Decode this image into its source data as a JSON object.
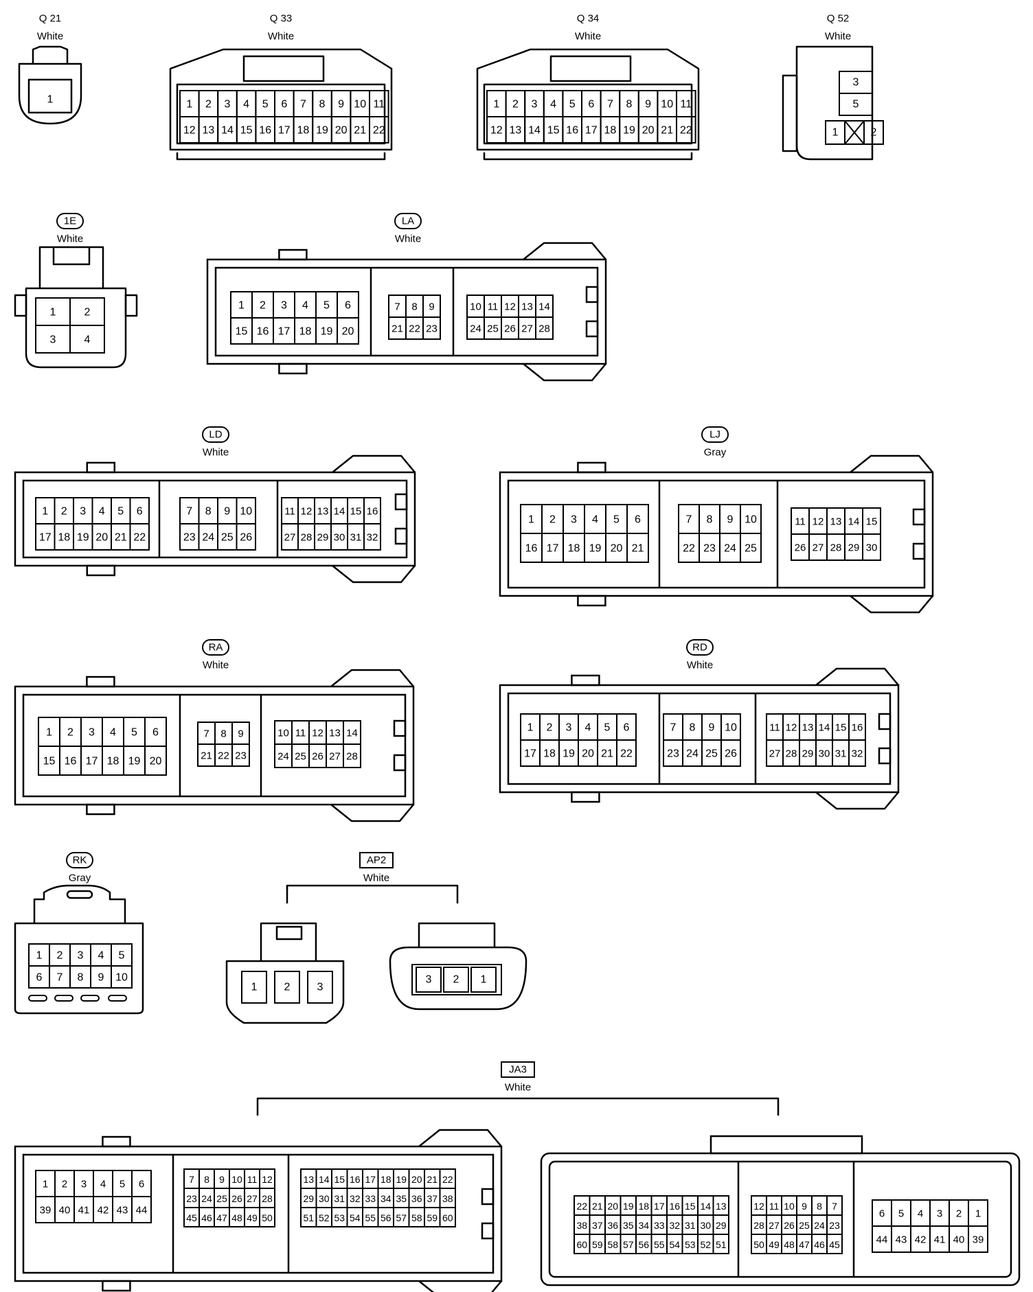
{
  "connectors": [
    {
      "id": "q21",
      "code": "Q 21",
      "color": "White",
      "boxed": false,
      "pins": [
        "1"
      ]
    },
    {
      "id": "q33",
      "code": "Q 33",
      "color": "White",
      "boxed": false,
      "rows": [
        [
          "1",
          "2",
          "3",
          "4",
          "5",
          "6",
          "7",
          "8",
          "9",
          "10",
          "11"
        ],
        [
          "12",
          "13",
          "14",
          "15",
          "16",
          "17",
          "18",
          "19",
          "20",
          "21",
          "22"
        ]
      ]
    },
    {
      "id": "q34",
      "code": "Q 34",
      "color": "White",
      "boxed": false,
      "rows": [
        [
          "1",
          "2",
          "3",
          "4",
          "5",
          "6",
          "7",
          "8",
          "9",
          "10",
          "11"
        ],
        [
          "12",
          "13",
          "14",
          "15",
          "16",
          "17",
          "18",
          "19",
          "20",
          "21",
          "22"
        ]
      ]
    },
    {
      "id": "q52",
      "code": "Q 52",
      "color": "White",
      "boxed": false,
      "pins": [
        "3",
        "5",
        "1",
        "2"
      ]
    },
    {
      "id": "c1e",
      "code": "1E",
      "color": "White",
      "boxed": true,
      "pins": [
        "1",
        "2",
        "3",
        "4"
      ]
    },
    {
      "id": "la",
      "code": "LA",
      "color": "White",
      "boxed": true,
      "groups": [
        {
          "rows": [
            [
              "1",
              "2",
              "3",
              "4",
              "5",
              "6"
            ],
            [
              "15",
              "16",
              "17",
              "18",
              "19",
              "20"
            ]
          ]
        },
        {
          "rows": [
            [
              "7",
              "8",
              "9"
            ],
            [
              "21",
              "22",
              "23"
            ]
          ]
        },
        {
          "rows": [
            [
              "10",
              "11",
              "12",
              "13",
              "14"
            ],
            [
              "24",
              "25",
              "26",
              "27",
              "28"
            ]
          ]
        }
      ]
    },
    {
      "id": "ld",
      "code": "LD",
      "color": "White",
      "boxed": true,
      "groups": [
        {
          "rows": [
            [
              "1",
              "2",
              "3",
              "4",
              "5",
              "6"
            ],
            [
              "17",
              "18",
              "19",
              "20",
              "21",
              "22"
            ]
          ]
        },
        {
          "rows": [
            [
              "7",
              "8",
              "9",
              "10"
            ],
            [
              "23",
              "24",
              "25",
              "26"
            ]
          ]
        },
        {
          "rows": [
            [
              "11",
              "12",
              "13",
              "14",
              "15",
              "16"
            ],
            [
              "27",
              "28",
              "29",
              "30",
              "31",
              "32"
            ]
          ]
        }
      ]
    },
    {
      "id": "lj",
      "code": "LJ",
      "color": "Gray",
      "boxed": true,
      "groups": [
        {
          "rows": [
            [
              "1",
              "2",
              "3",
              "4",
              "5",
              "6"
            ],
            [
              "16",
              "17",
              "18",
              "19",
              "20",
              "21"
            ]
          ]
        },
        {
          "rows": [
            [
              "7",
              "8",
              "9",
              "10"
            ],
            [
              "22",
              "23",
              "24",
              "25"
            ]
          ]
        },
        {
          "rows": [
            [
              "11",
              "12",
              "13",
              "14",
              "15"
            ],
            [
              "26",
              "27",
              "28",
              "29",
              "30"
            ]
          ]
        }
      ]
    },
    {
      "id": "ra",
      "code": "RA",
      "color": "White",
      "boxed": true,
      "groups": [
        {
          "rows": [
            [
              "1",
              "2",
              "3",
              "4",
              "5",
              "6"
            ],
            [
              "15",
              "16",
              "17",
              "18",
              "19",
              "20"
            ]
          ]
        },
        {
          "rows": [
            [
              "7",
              "8",
              "9"
            ],
            [
              "21",
              "22",
              "23"
            ]
          ]
        },
        {
          "rows": [
            [
              "10",
              "11",
              "12",
              "13",
              "14"
            ],
            [
              "24",
              "25",
              "26",
              "27",
              "28"
            ]
          ]
        }
      ]
    },
    {
      "id": "rd",
      "code": "RD",
      "color": "White",
      "boxed": true,
      "groups": [
        {
          "rows": [
            [
              "1",
              "2",
              "3",
              "4",
              "5",
              "6"
            ],
            [
              "17",
              "18",
              "19",
              "20",
              "21",
              "22"
            ]
          ]
        },
        {
          "rows": [
            [
              "7",
              "8",
              "9",
              "10"
            ],
            [
              "23",
              "24",
              "25",
              "26"
            ]
          ]
        },
        {
          "rows": [
            [
              "11",
              "12",
              "13",
              "14",
              "15",
              "16"
            ],
            [
              "27",
              "28",
              "29",
              "30",
              "31",
              "32"
            ]
          ]
        }
      ]
    },
    {
      "id": "rk",
      "code": "RK",
      "color": "Gray",
      "boxed": true,
      "rows": [
        [
          "1",
          "2",
          "3",
          "4",
          "5"
        ],
        [
          "6",
          "7",
          "8",
          "9",
          "10"
        ]
      ]
    },
    {
      "id": "ap2",
      "code": "AP2",
      "color": "White",
      "boxed": true,
      "left_pins": [
        "1",
        "2",
        "3"
      ],
      "right_pins": [
        "3",
        "2",
        "1"
      ]
    },
    {
      "id": "ja3",
      "code": "JA3",
      "color": "White",
      "boxed": true,
      "left_groups": [
        {
          "rows": [
            [
              "1",
              "2",
              "3",
              "4",
              "5",
              "6"
            ],
            [
              "39",
              "40",
              "41",
              "42",
              "43",
              "44"
            ]
          ]
        },
        {
          "rows": [
            [
              "7",
              "8",
              "9",
              "10",
              "11",
              "12"
            ],
            [
              "23",
              "24",
              "25",
              "26",
              "27",
              "28"
            ],
            [
              "45",
              "46",
              "47",
              "48",
              "49",
              "50"
            ]
          ]
        },
        {
          "rows": [
            [
              "13",
              "14",
              "15",
              "16",
              "17",
              "18",
              "19",
              "20",
              "21",
              "22"
            ],
            [
              "29",
              "30",
              "31",
              "32",
              "33",
              "34",
              "35",
              "36",
              "37",
              "38"
            ],
            [
              "51",
              "52",
              "53",
              "54",
              "55",
              "56",
              "57",
              "58",
              "59",
              "60"
            ]
          ]
        }
      ],
      "right_groups": [
        {
          "rows": [
            [
              "22",
              "21",
              "20",
              "19",
              "18",
              "17",
              "16",
              "15",
              "14",
              "13"
            ],
            [
              "38",
              "37",
              "36",
              "35",
              "34",
              "33",
              "32",
              "31",
              "30",
              "29"
            ],
            [
              "60",
              "59",
              "58",
              "57",
              "56",
              "55",
              "54",
              "53",
              "52",
              "51"
            ]
          ]
        },
        {
          "rows": [
            [
              "12",
              "11",
              "10",
              "9",
              "8",
              "7"
            ],
            [
              "28",
              "27",
              "26",
              "25",
              "24",
              "23"
            ],
            [
              "50",
              "49",
              "48",
              "47",
              "46",
              "45"
            ]
          ]
        },
        {
          "rows": [
            [
              "6",
              "5",
              "4",
              "3",
              "2",
              "1"
            ],
            [
              "44",
              "43",
              "42",
              "41",
              "40",
              "39"
            ]
          ]
        }
      ]
    }
  ]
}
